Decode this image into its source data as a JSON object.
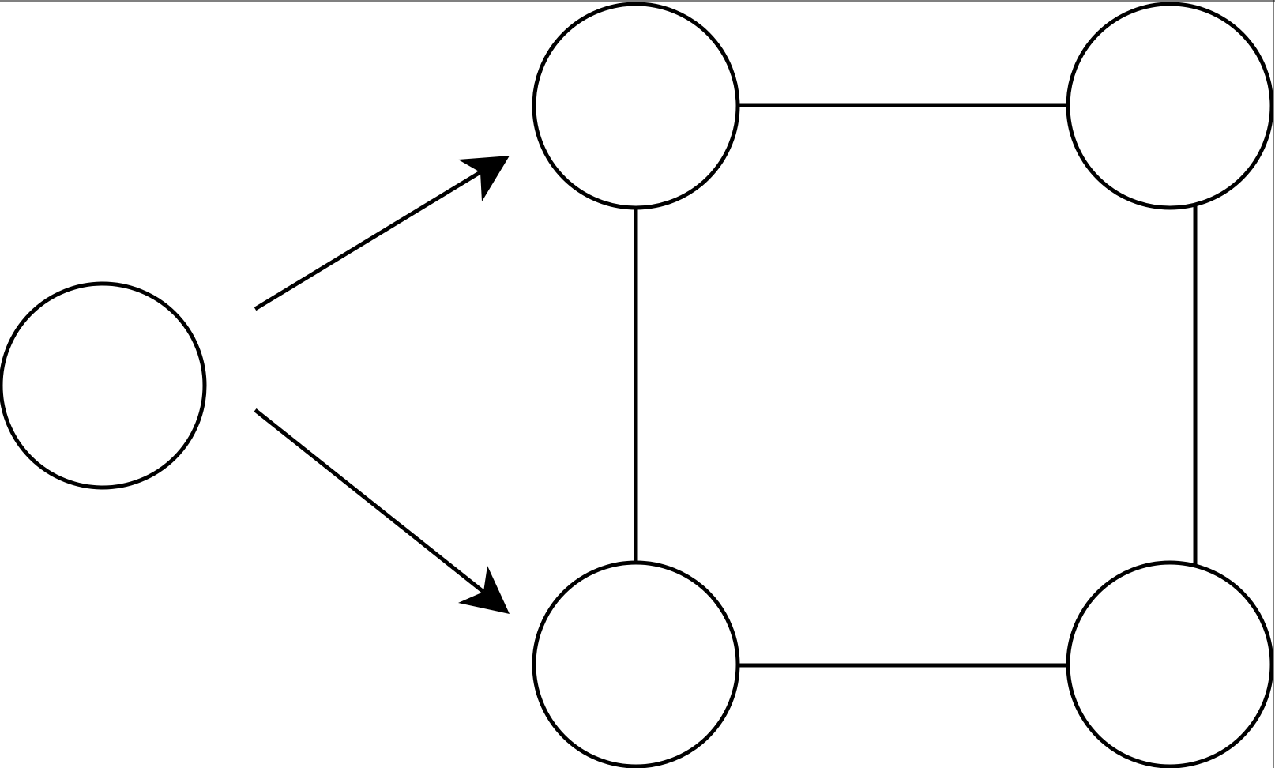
{
  "diagram": {
    "type": "graph",
    "node_labels": [
      "",
      "",
      "",
      "",
      ""
    ],
    "nodes": [
      {
        "id": "left",
        "label": ""
      },
      {
        "id": "top-middle",
        "label": ""
      },
      {
        "id": "top-right",
        "label": ""
      },
      {
        "id": "bottom-middle",
        "label": ""
      },
      {
        "id": "bottom-right",
        "label": ""
      }
    ],
    "edges": [
      {
        "from": "left",
        "to": "top-middle",
        "directed": true
      },
      {
        "from": "left",
        "to": "bottom-middle",
        "directed": true
      },
      {
        "from": "top-middle",
        "to": "top-right",
        "directed": false
      },
      {
        "from": "top-middle",
        "to": "bottom-middle",
        "directed": false
      },
      {
        "from": "top-right",
        "to": "bottom-right",
        "directed": false
      },
      {
        "from": "bottom-middle",
        "to": "bottom-right",
        "directed": false
      }
    ]
  },
  "colors": {
    "background": "#ffffff",
    "stroke": "#000000"
  }
}
